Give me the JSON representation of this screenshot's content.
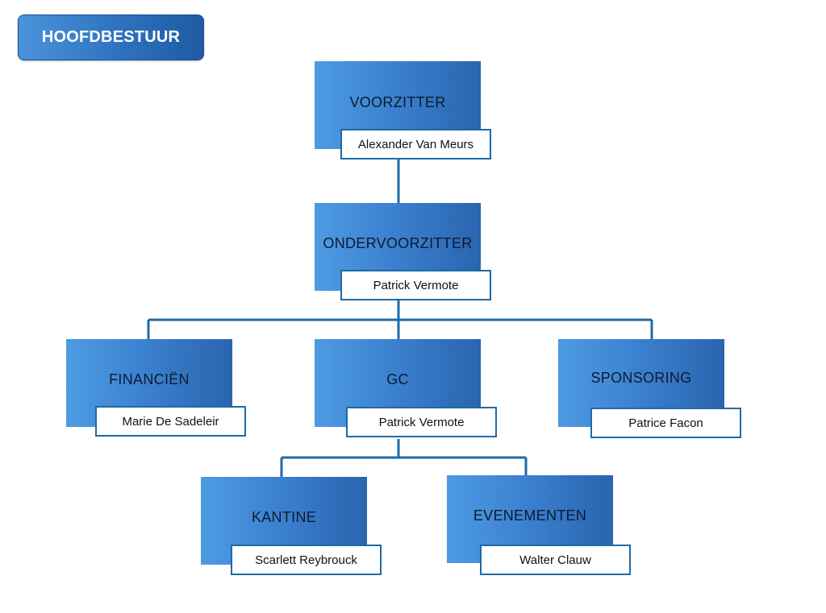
{
  "header": {
    "title": "HOOFDBESTUUR"
  },
  "nodes": {
    "voorzitter": {
      "role": "VOORZITTER",
      "name": "Alexander Van Meurs"
    },
    "ondervoorzitter": {
      "role": "ONDERVOORZITTER",
      "name": "Patrick Vermote"
    },
    "financien": {
      "role": "FINANCIËN",
      "name": "Marie De Sadeleir"
    },
    "gc": {
      "role": "GC",
      "name": "Patrick Vermote"
    },
    "sponsoring": {
      "role": "SPONSORING",
      "name": "Patrice Facon"
    },
    "kantine": {
      "role": "KANTINE",
      "name": "Scarlett Reybrouck"
    },
    "evenementen": {
      "role": "EVENEMENTEN",
      "name": "Walter Clauw"
    }
  },
  "colors": {
    "box_gradient": [
      "#4e9be3",
      "#2a64ae"
    ],
    "connector": "#1f6aa6",
    "name_border": "#1f6aa6"
  }
}
